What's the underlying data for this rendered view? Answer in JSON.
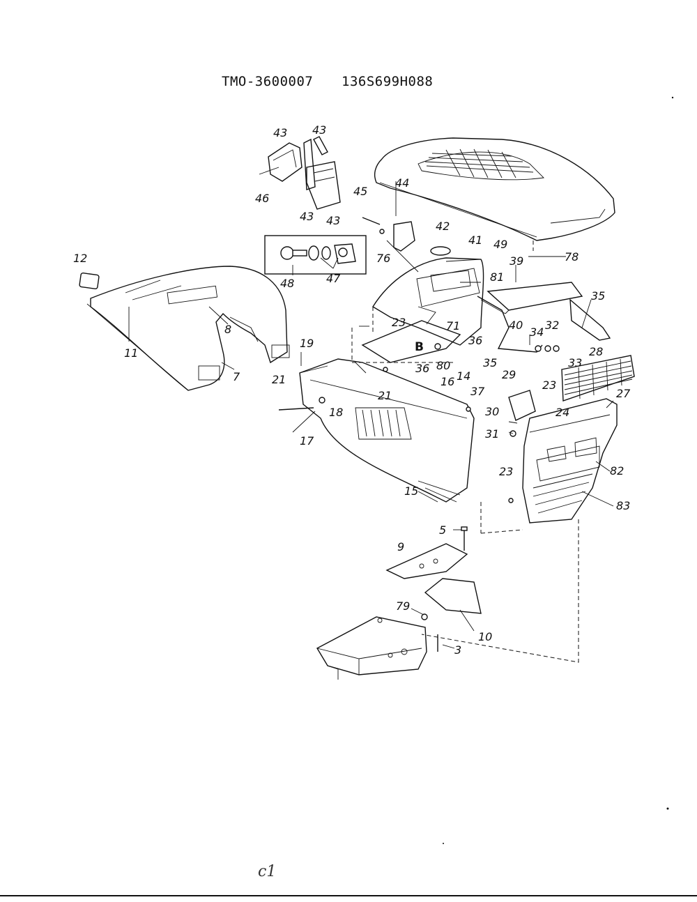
{
  "header": {
    "model_code": "TMO-3600007",
    "part_code": "136S699H088"
  },
  "callouts": [
    {
      "id": "c12",
      "label": "12"
    },
    {
      "id": "c11",
      "label": "11"
    },
    {
      "id": "c8",
      "label": "8"
    },
    {
      "id": "c7",
      "label": "7"
    },
    {
      "id": "c43a",
      "label": "43"
    },
    {
      "id": "c43b",
      "label": "43"
    },
    {
      "id": "c46",
      "label": "46"
    },
    {
      "id": "c43c",
      "label": "43"
    },
    {
      "id": "c43d",
      "label": "43"
    },
    {
      "id": "c48",
      "label": "48"
    },
    {
      "id": "c47",
      "label": "47"
    },
    {
      "id": "c45",
      "label": "45"
    },
    {
      "id": "c44",
      "label": "44"
    },
    {
      "id": "c42",
      "label": "42"
    },
    {
      "id": "c76",
      "label": "76"
    },
    {
      "id": "c49",
      "label": "49"
    },
    {
      "id": "c78",
      "label": "78"
    },
    {
      "id": "c41",
      "label": "41"
    },
    {
      "id": "c81",
      "label": "81"
    },
    {
      "id": "c39",
      "label": "39"
    },
    {
      "id": "c35a",
      "label": "35"
    },
    {
      "id": "c23a",
      "label": "23"
    },
    {
      "id": "c71",
      "label": "71"
    },
    {
      "id": "cB",
      "label": "B"
    },
    {
      "id": "c36a",
      "label": "36"
    },
    {
      "id": "c40",
      "label": "40"
    },
    {
      "id": "c34",
      "label": "34"
    },
    {
      "id": "c32",
      "label": "32"
    },
    {
      "id": "c33a",
      "label": "33"
    },
    {
      "id": "c28",
      "label": "28"
    },
    {
      "id": "c35b",
      "label": "35"
    },
    {
      "id": "c19",
      "label": "19"
    },
    {
      "id": "c21a",
      "label": "21"
    },
    {
      "id": "c36b",
      "label": "36"
    },
    {
      "id": "c80",
      "label": "80"
    },
    {
      "id": "c16",
      "label": "16"
    },
    {
      "id": "c14",
      "label": "14"
    },
    {
      "id": "c37",
      "label": "37"
    },
    {
      "id": "c29",
      "label": "29"
    },
    {
      "id": "c23b",
      "label": "23"
    },
    {
      "id": "c27",
      "label": "27"
    },
    {
      "id": "c21b",
      "label": "21"
    },
    {
      "id": "c18",
      "label": "18"
    },
    {
      "id": "c17",
      "label": "17"
    },
    {
      "id": "c30",
      "label": "30"
    },
    {
      "id": "c24",
      "label": "24"
    },
    {
      "id": "c31",
      "label": "31"
    },
    {
      "id": "c82",
      "label": "82"
    },
    {
      "id": "c23c",
      "label": "23"
    },
    {
      "id": "c83",
      "label": "83"
    },
    {
      "id": "c15",
      "label": "15"
    },
    {
      "id": "c5",
      "label": "5"
    },
    {
      "id": "c9",
      "label": "9"
    },
    {
      "id": "c79",
      "label": "79"
    },
    {
      "id": "c10",
      "label": "10"
    },
    {
      "id": "c3",
      "label": "3"
    }
  ],
  "footer": {
    "page_mark": "c1"
  },
  "colors": {
    "ink": "#111111",
    "paper": "#ffffff"
  }
}
